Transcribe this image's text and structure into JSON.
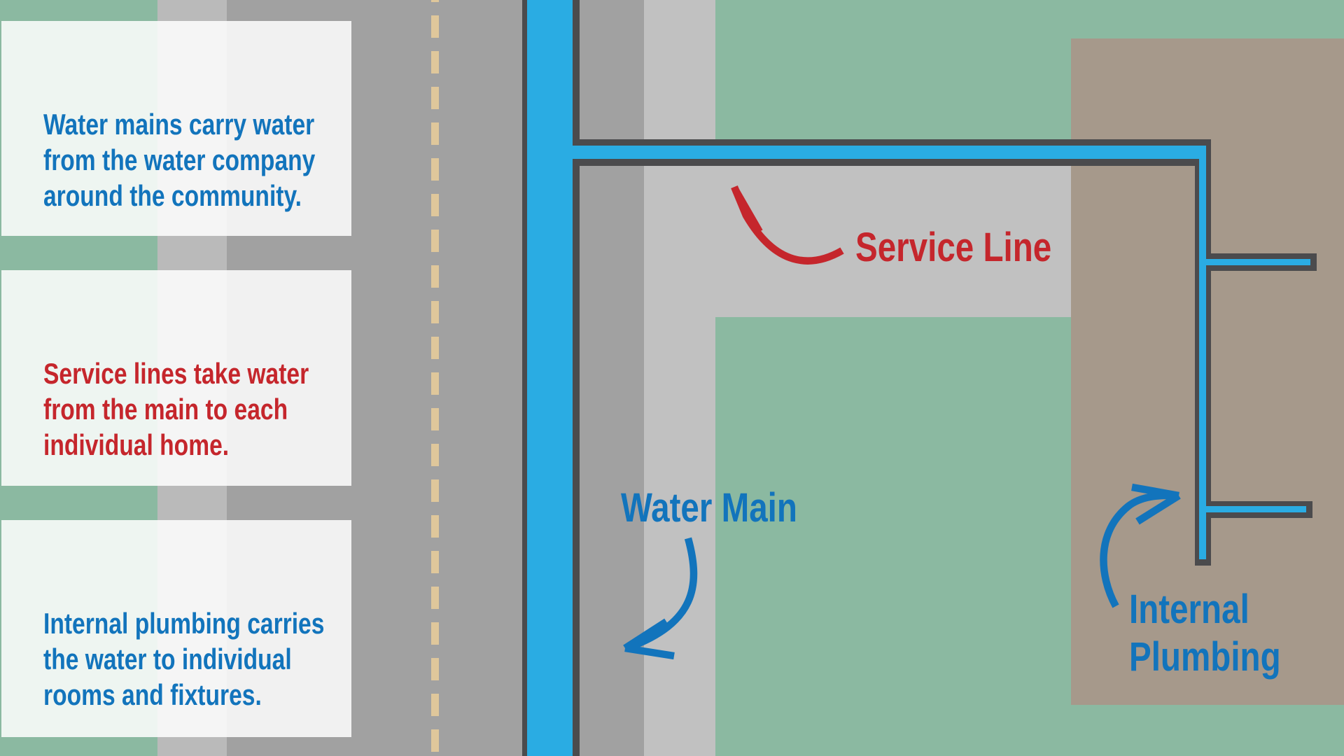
{
  "info_boxes": [
    {
      "id": "water-mains",
      "text": "Water mains carry water\nfrom the water company\naround the community.",
      "color": "#1274BC"
    },
    {
      "id": "service-lines",
      "text": "Service lines take water\nfrom the main to each\nindividual home.",
      "color": "#C5262C"
    },
    {
      "id": "internal-plumbing",
      "text": "Internal plumbing carries\nthe water to individual\nrooms and fixtures.",
      "color": "#1274BC"
    }
  ],
  "labels": {
    "service_line": "Service Line",
    "water_main": "Water Main",
    "internal_plumbing": "Internal\nPlumbing"
  },
  "icons": {
    "service_line_arrow": "curved-arrow-up-left",
    "water_main_arrow": "curved-arrow-down-left",
    "internal_plumbing_arrow": "curved-arrow-up-right"
  },
  "colors": {
    "lawn_green": "#8BB9A1",
    "road_gray": "#A1A1A1",
    "left_sidewalk_gray": "#BABABA",
    "driveway_gray": "#C1C1C1",
    "house_tan": "#A6998B",
    "pipe_casing_dark": "#4B4B4D",
    "water_blue": "#2AACE3",
    "label_blue": "#1274BC",
    "label_red": "#C5262C",
    "road_dash_tan": "#DFC79B",
    "info_box_bg": "rgba(255,255,255,0.85)"
  }
}
